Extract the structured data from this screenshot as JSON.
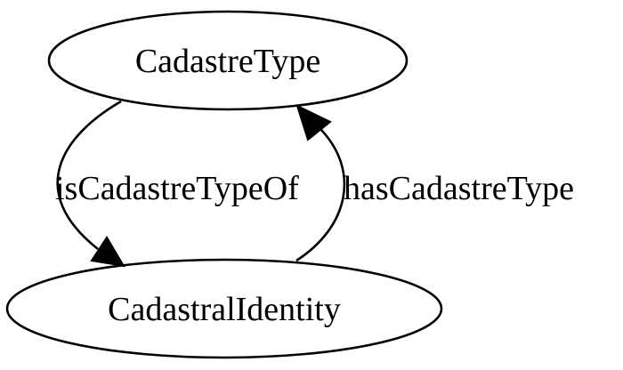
{
  "nodes": {
    "cadastre_type": {
      "label": "CadastreType"
    },
    "cadastral_identity": {
      "label": "CadastralIdentity"
    }
  },
  "edges": [
    {
      "label": "isCadastreTypeOf",
      "from": "CadastreType",
      "to": "CadastralIdentity"
    },
    {
      "label": "hasCadastreType",
      "from": "CadastralIdentity",
      "to": "CadastreType"
    }
  ]
}
